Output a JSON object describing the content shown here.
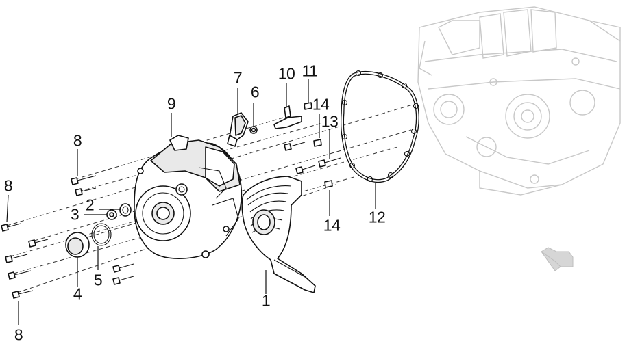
{
  "diagram": {
    "callouts": [
      {
        "id": "c1",
        "text": "1"
      },
      {
        "id": "c2",
        "text": "2"
      },
      {
        "id": "c3",
        "text": "3"
      },
      {
        "id": "c4",
        "text": "4"
      },
      {
        "id": "c5",
        "text": "5"
      },
      {
        "id": "c6",
        "text": "6"
      },
      {
        "id": "c7",
        "text": "7"
      },
      {
        "id": "c8a",
        "text": "8"
      },
      {
        "id": "c8b",
        "text": "8"
      },
      {
        "id": "c8c",
        "text": "8"
      },
      {
        "id": "c9",
        "text": "9"
      },
      {
        "id": "c10",
        "text": "10"
      },
      {
        "id": "c11",
        "text": "11"
      },
      {
        "id": "c12",
        "text": "12"
      },
      {
        "id": "c13",
        "text": "13"
      },
      {
        "id": "c14a",
        "text": "14"
      },
      {
        "id": "c14b",
        "text": "14"
      }
    ]
  }
}
